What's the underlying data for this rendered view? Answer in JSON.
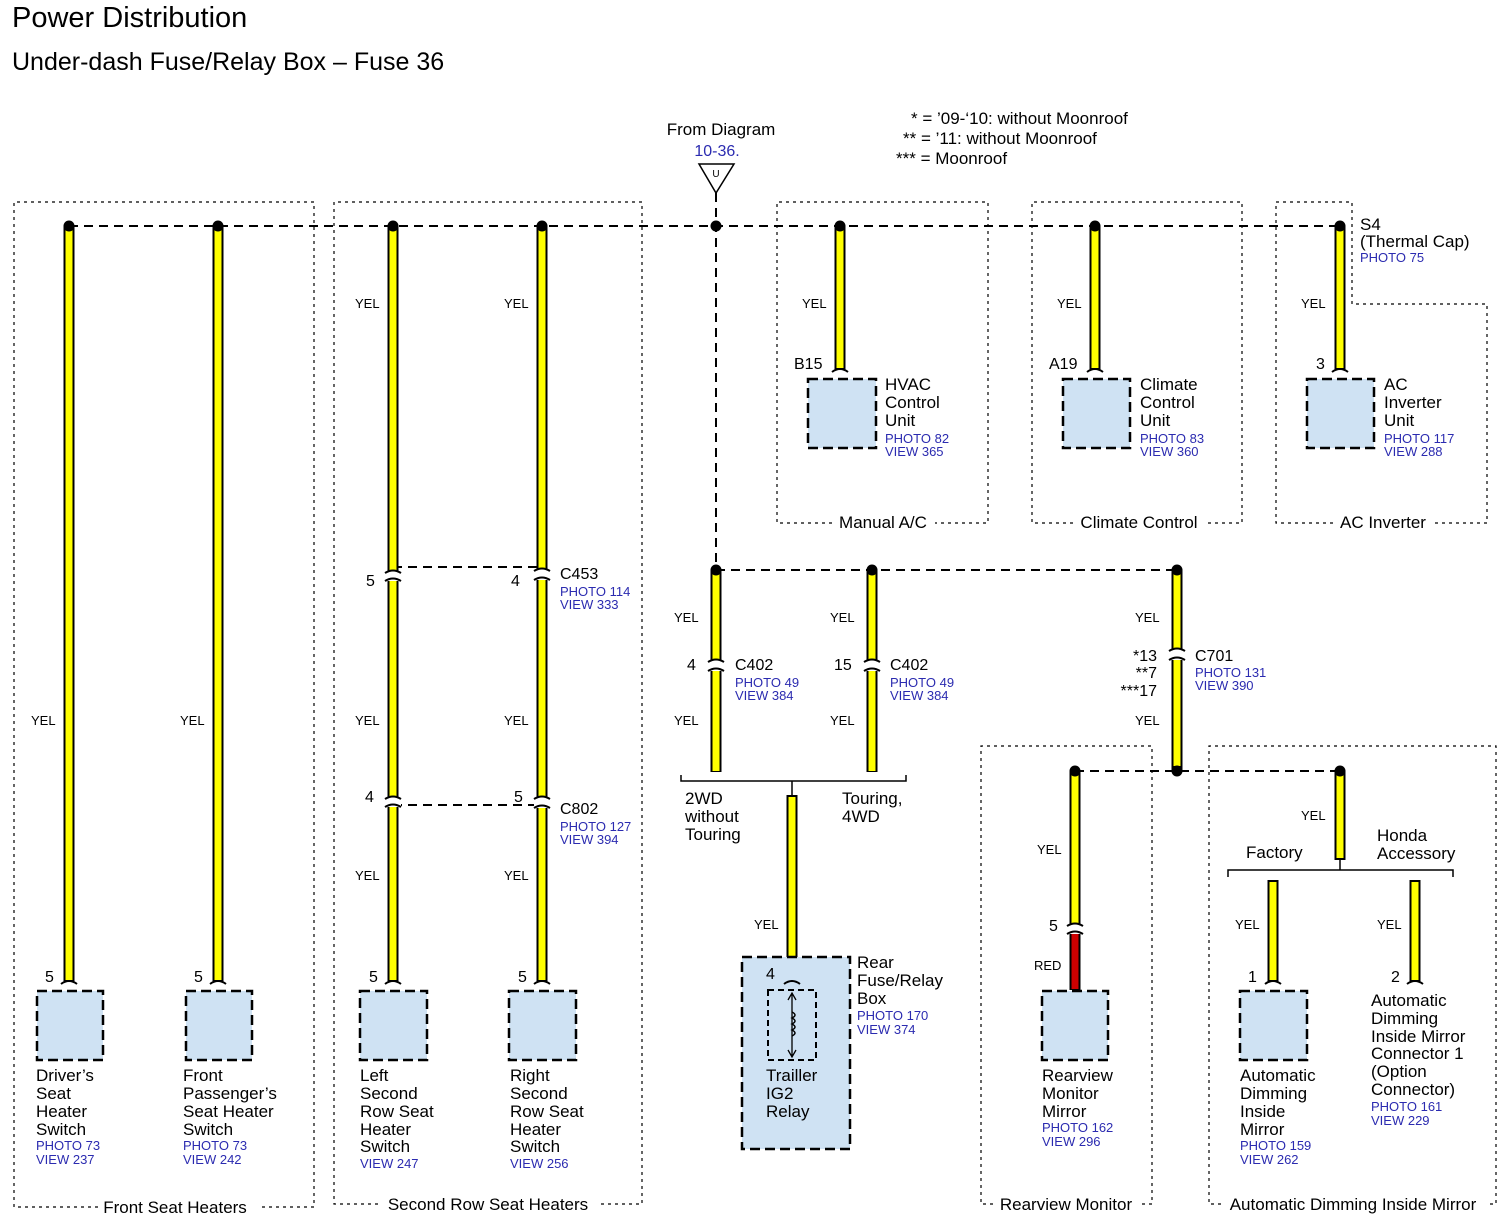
{
  "title": "Power Distribution",
  "subtitle": "Under-dash Fuse/Relay Box – Fuse 36",
  "source": {
    "from": "From Diagram",
    "ref": "10-36.",
    "symbol": "U"
  },
  "legend": [
    "* = ’09-‘10: without Moonroof",
    "** = ’11: without Moonroof",
    "*** = Moonroof"
  ],
  "splice": {
    "name": "S4",
    "desc": "(Thermal Cap)",
    "photo": "PHOTO 75"
  },
  "wire_color_yel": "YEL",
  "wire_color_red": "RED",
  "colors": {
    "yel": "#ffff00",
    "red": "#cc0000",
    "component_fill": "#cfe2f3",
    "ref_text": "#2b2bb0"
  },
  "groups": {
    "front_seat": "Front Seat Heaters",
    "second_row": "Second Row Seat Heaters",
    "manual_ac": "Manual A/C",
    "climate": "Climate Control",
    "ac_inverter": "AC Inverter",
    "rearview": "Rearview Monitor",
    "auto_dim": "Automatic Dimming Inside Mirror"
  },
  "connectors": {
    "c453": {
      "name": "C453",
      "photo": "PHOTO 114",
      "view": "VIEW 333",
      "pin_left": "5",
      "pin_right": "4"
    },
    "c802": {
      "name": "C802",
      "photo": "PHOTO 127",
      "view": "VIEW 394",
      "pin_left": "4",
      "pin_right": "5"
    },
    "c402a": {
      "name": "C402",
      "photo": "PHOTO 49",
      "view": "VIEW 384",
      "pin": "4"
    },
    "c402b": {
      "name": "C402",
      "photo": "PHOTO 49",
      "view": "VIEW 384",
      "pin": "15"
    },
    "c701": {
      "name": "C701",
      "photo": "PHOTO 131",
      "view": "VIEW 390",
      "pins": [
        "*13",
        "**7",
        "***17"
      ]
    }
  },
  "variants": {
    "left": [
      "2WD",
      "without",
      "Touring"
    ],
    "right": [
      "Touring,",
      "4WD"
    ],
    "factory": "Factory",
    "honda": [
      "Honda",
      "Accessory"
    ]
  },
  "components": {
    "driver": {
      "pin": "5",
      "name": [
        "Driver’s",
        "Seat",
        "Heater",
        "Switch"
      ],
      "photo": "PHOTO 73",
      "view": "VIEW 237"
    },
    "passenger": {
      "pin": "5",
      "name": [
        "Front",
        "Passenger’s",
        "Seat Heater",
        "Switch"
      ],
      "photo": "PHOTO 73",
      "view": "VIEW 242"
    },
    "left_second": {
      "pin": "5",
      "name": [
        "Left",
        "Second",
        "Row Seat",
        "Heater",
        "Switch"
      ],
      "view": "VIEW 247"
    },
    "right_second": {
      "pin": "5",
      "name": [
        "Right",
        "Second",
        "Row Seat",
        "Heater",
        "Switch"
      ],
      "view": "VIEW 256"
    },
    "hvac": {
      "pin": "B15",
      "name": [
        "HVAC",
        "Control",
        "Unit"
      ],
      "photo": "PHOTO 82",
      "view": "VIEW 365"
    },
    "climate": {
      "pin": "A19",
      "name": [
        "Climate",
        "Control",
        "Unit"
      ],
      "photo": "PHOTO 83",
      "view": "VIEW 360"
    },
    "inverter": {
      "pin": "3",
      "name": [
        "AC",
        "Inverter",
        "Unit"
      ],
      "photo": "PHOTO 117",
      "view": "VIEW 288"
    },
    "rear_box": {
      "pin": "4",
      "name": [
        "Rear",
        "Fuse/Relay",
        "Box"
      ],
      "photo": "PHOTO 170",
      "view": "VIEW 374",
      "relay": [
        "Trailler",
        "IG2",
        "Relay"
      ]
    },
    "rearview": {
      "pin": "5",
      "name": [
        "Rearview",
        "Monitor",
        "Mirror"
      ],
      "photo": "PHOTO 162",
      "view": "VIEW 296"
    },
    "autodim": {
      "pin": "1",
      "name": [
        "Automatic",
        "Dimming",
        "Inside",
        "Mirror"
      ],
      "photo": "PHOTO 159",
      "view": "VIEW 262"
    },
    "autodim_conn": {
      "pin": "2",
      "name": [
        "Automatic",
        "Dimming",
        "Inside Mirror",
        "Connector 1",
        "(Option",
        "Connector)"
      ],
      "photo": "PHOTO 161",
      "view": "VIEW 229"
    }
  }
}
